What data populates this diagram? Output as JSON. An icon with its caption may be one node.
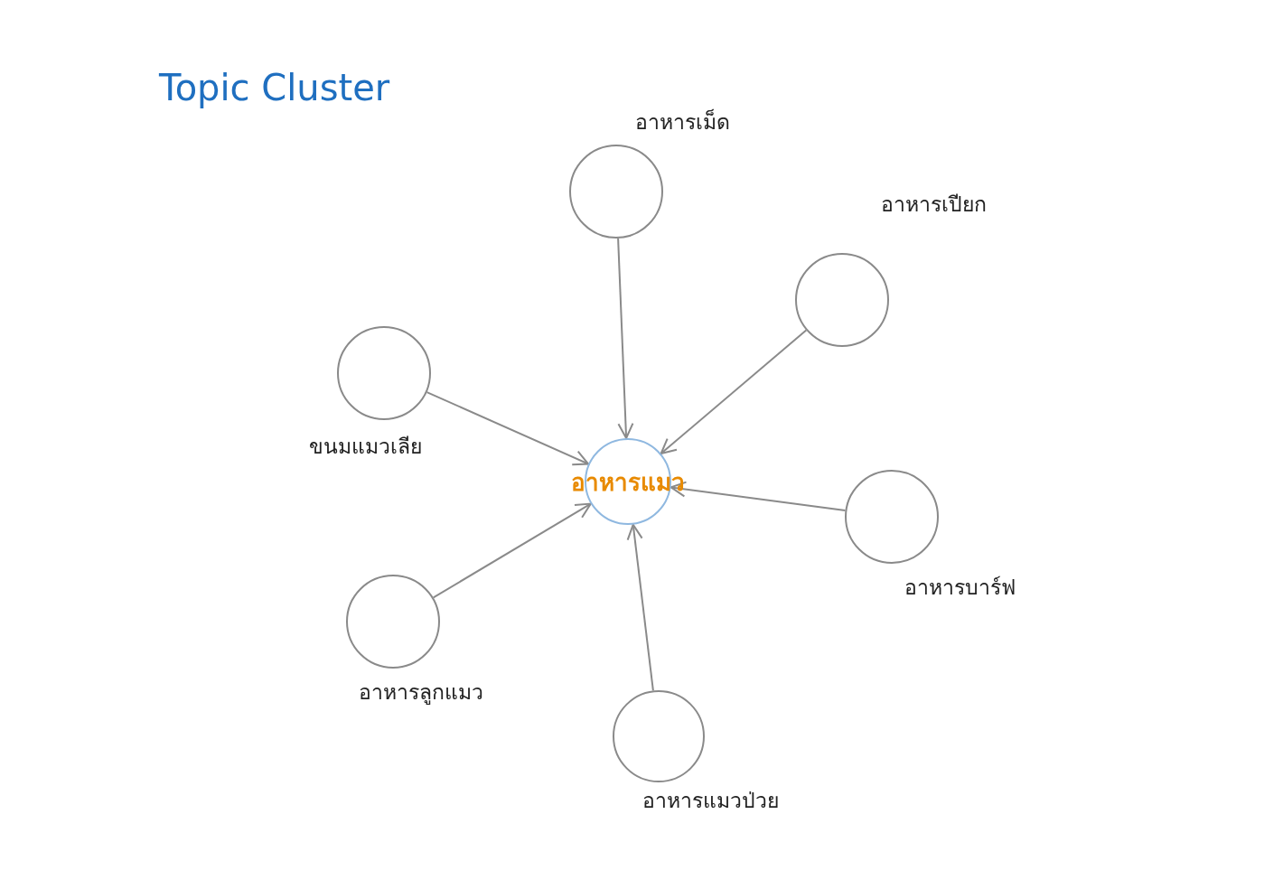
{
  "diagram": {
    "title": "Topic Cluster",
    "nodes": [
      {
        "text": [
          "อาหารเม็ด"
        ]
      },
      {
        "text": [
          "อาหารเปียก"
        ]
      },
      {
        "text": [
          "ขนมแมวเลีย"
        ]
      },
      {
        "text": [
          "อาหารแมว"
        ]
      },
      {
        "text": [
          "อาหารบาร์ฟ"
        ]
      },
      {
        "text": [
          "อาหารลูกแมว"
        ]
      },
      {
        "text": [
          "อาหารแมวป่วย"
        ]
      }
    ],
    "edges": [
      {
        "from": 0,
        "to": 3,
        "arrow": "to"
      },
      {
        "from": 1,
        "to": 3,
        "arrow": "to"
      },
      {
        "from": 2,
        "to": 3,
        "arrow": "to"
      },
      {
        "from": 4,
        "to": 3,
        "arrow": "to"
      },
      {
        "from": 5,
        "to": 3,
        "arrow": "to"
      },
      {
        "from": 6,
        "to": 3,
        "arrow": "to"
      }
    ]
  }
}
